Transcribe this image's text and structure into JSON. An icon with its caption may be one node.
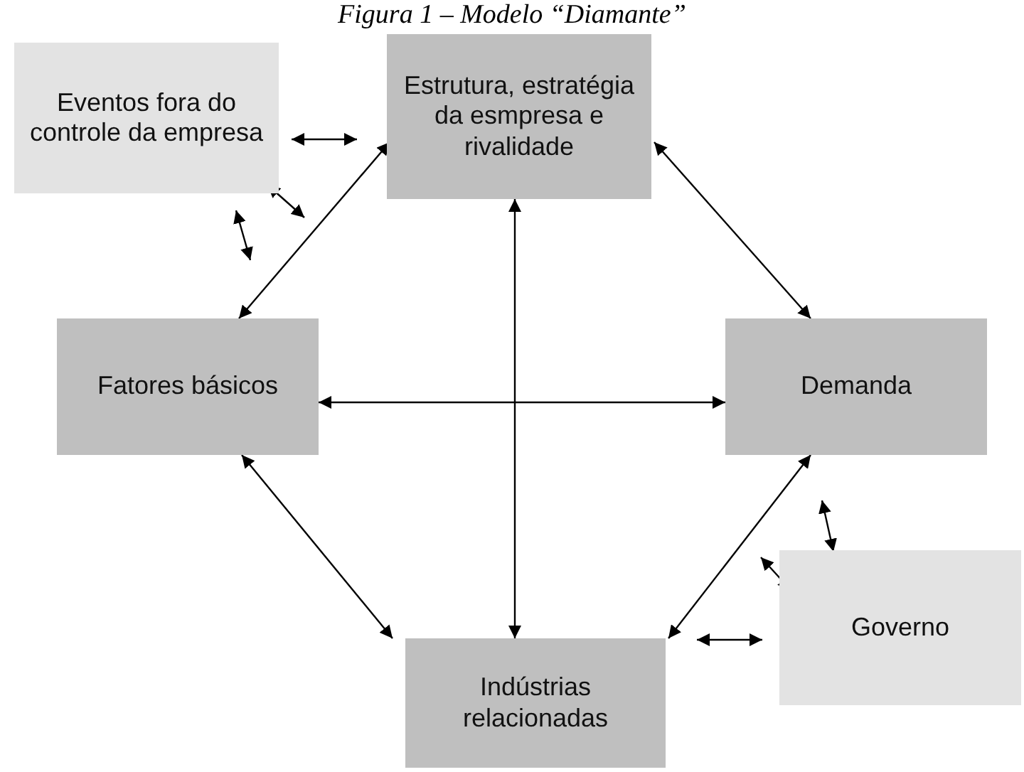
{
  "diagram": {
    "title": "Figura 1 – Modelo “Diamante”",
    "nodes": [
      {
        "text": [
          "Estrutura, estratégia da esmpresa e rivalidade"
        ]
      },
      {
        "text": [
          "Eventos fora do controle da empresa"
        ]
      },
      {
        "text": [
          "Fatores básicos"
        ]
      },
      {
        "text": [
          "Demanda"
        ]
      },
      {
        "text": [
          "Governo"
        ]
      },
      {
        "text": [
          "Indústrias relacionadas"
        ]
      }
    ],
    "edges": [
      {
        "from": 0,
        "to": 2,
        "arrow": "both"
      },
      {
        "from": 0,
        "to": 3,
        "arrow": "both"
      },
      {
        "from": 0,
        "to": 5,
        "arrow": "both"
      },
      {
        "from": 2,
        "to": 3,
        "arrow": "both"
      },
      {
        "from": 2,
        "to": 5,
        "arrow": "both"
      },
      {
        "from": 3,
        "to": 5,
        "arrow": "both"
      }
    ]
  }
}
